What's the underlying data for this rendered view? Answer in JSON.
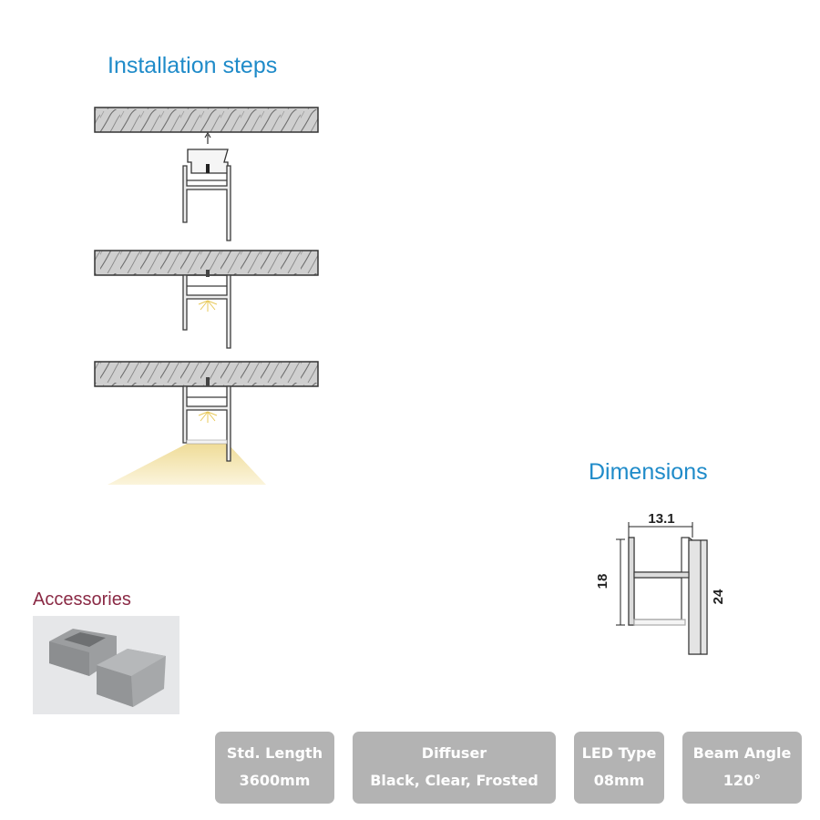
{
  "headings": {
    "installation": "Installation steps",
    "dimensions": "Dimensions",
    "accessories": "Accessories"
  },
  "dimensions": {
    "width": "13.1",
    "inner_height": "18",
    "outer_height": "24"
  },
  "specs": [
    {
      "label": "Std. Length",
      "value": "3600mm"
    },
    {
      "label": "Diffuser",
      "value": "Black, Clear, Frosted"
    },
    {
      "label": "LED Type",
      "value": "08mm"
    },
    {
      "label": "Beam Angle",
      "value": "120°"
    }
  ],
  "colors": {
    "heading_blue": "#1f8bc9",
    "accessories_red": "#8a2a45",
    "spec_box": "#b3b3b3",
    "light_beam": "#f1e2a8"
  }
}
